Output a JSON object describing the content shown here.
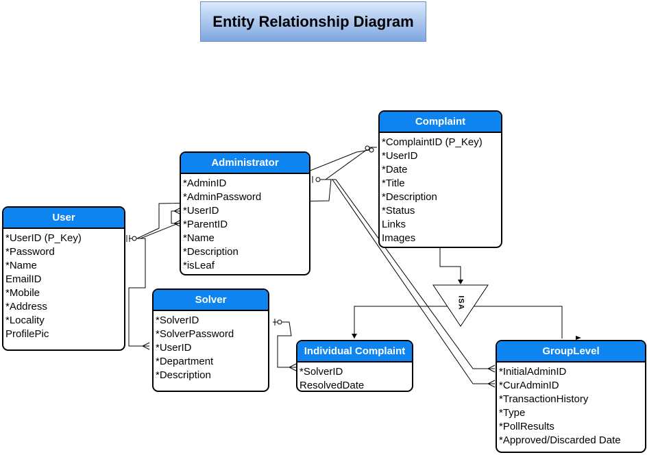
{
  "title": "Entity Relationship Diagram",
  "entities": {
    "user": {
      "name": "User",
      "fields": [
        "*UserID (P_Key)",
        "*Password",
        "*Name",
        " EmailID",
        "*Mobile",
        "*Address",
        "*Locality",
        " ProfilePic"
      ]
    },
    "administrator": {
      "name": "Administrator",
      "fields": [
        "*AdminID",
        "*AdminPassword",
        "*UserID",
        "*ParentID",
        "*Name",
        "*Description",
        "*isLeaf"
      ]
    },
    "complaint": {
      "name": "Complaint",
      "fields": [
        "*ComplaintID (P_Key)",
        "*UserID",
        "*Date",
        "*Title",
        "*Description",
        "*Status",
        " Links",
        " Images"
      ]
    },
    "solver": {
      "name": "Solver",
      "fields": [
        "*SolverID",
        "*SolverPassword",
        "*UserID",
        "*Department",
        "*Description"
      ]
    },
    "individual_complaint": {
      "name": "Individual Complaint",
      "fields": [
        "*SolverID",
        " ResolvedDate"
      ]
    },
    "group_level": {
      "name": "GroupLevel",
      "fields": [
        "*InitialAdminID",
        "*CurAdminID",
        "*TransactionHistory",
        "*Type",
        "*PollResults",
        "*Approved/Discarded Date"
      ]
    }
  },
  "isa": {
    "label": "ISA"
  },
  "colors": {
    "header": "#0d84f0",
    "title_top": "#dae8fc",
    "title_bottom": "#7ea6e0"
  }
}
